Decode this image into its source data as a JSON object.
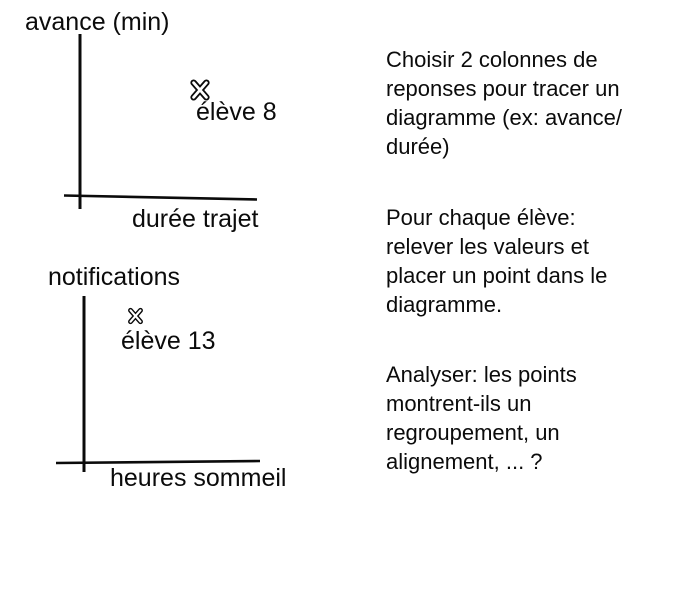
{
  "colors": {
    "ink": "#0b0b0b",
    "background": "#ffffff"
  },
  "diagrams": [
    {
      "id": "diagram-avance-duree",
      "y_axis_label": "avance (min)",
      "x_axis_label": "durée trajet",
      "point": {
        "label": "élève 8",
        "marker": "outlined-x-cross"
      }
    },
    {
      "id": "diagram-notifications-sommeil",
      "y_axis_label": "notifications",
      "x_axis_label": "heures sommeil",
      "point": {
        "label": "élève 13",
        "marker": "outlined-x-cross"
      }
    }
  ],
  "notes": [
    "Choisir 2 colonnes de\nreponses pour tracer un\ndiagramme (ex: avance/\ndurée)",
    "Pour chaque élève:\nrelever les valeurs et\nplacer un point dans le\ndiagramme.",
    "Analyser: les points\nmontrent-ils un\nregroupement, un\nalignement, ... ?"
  ]
}
